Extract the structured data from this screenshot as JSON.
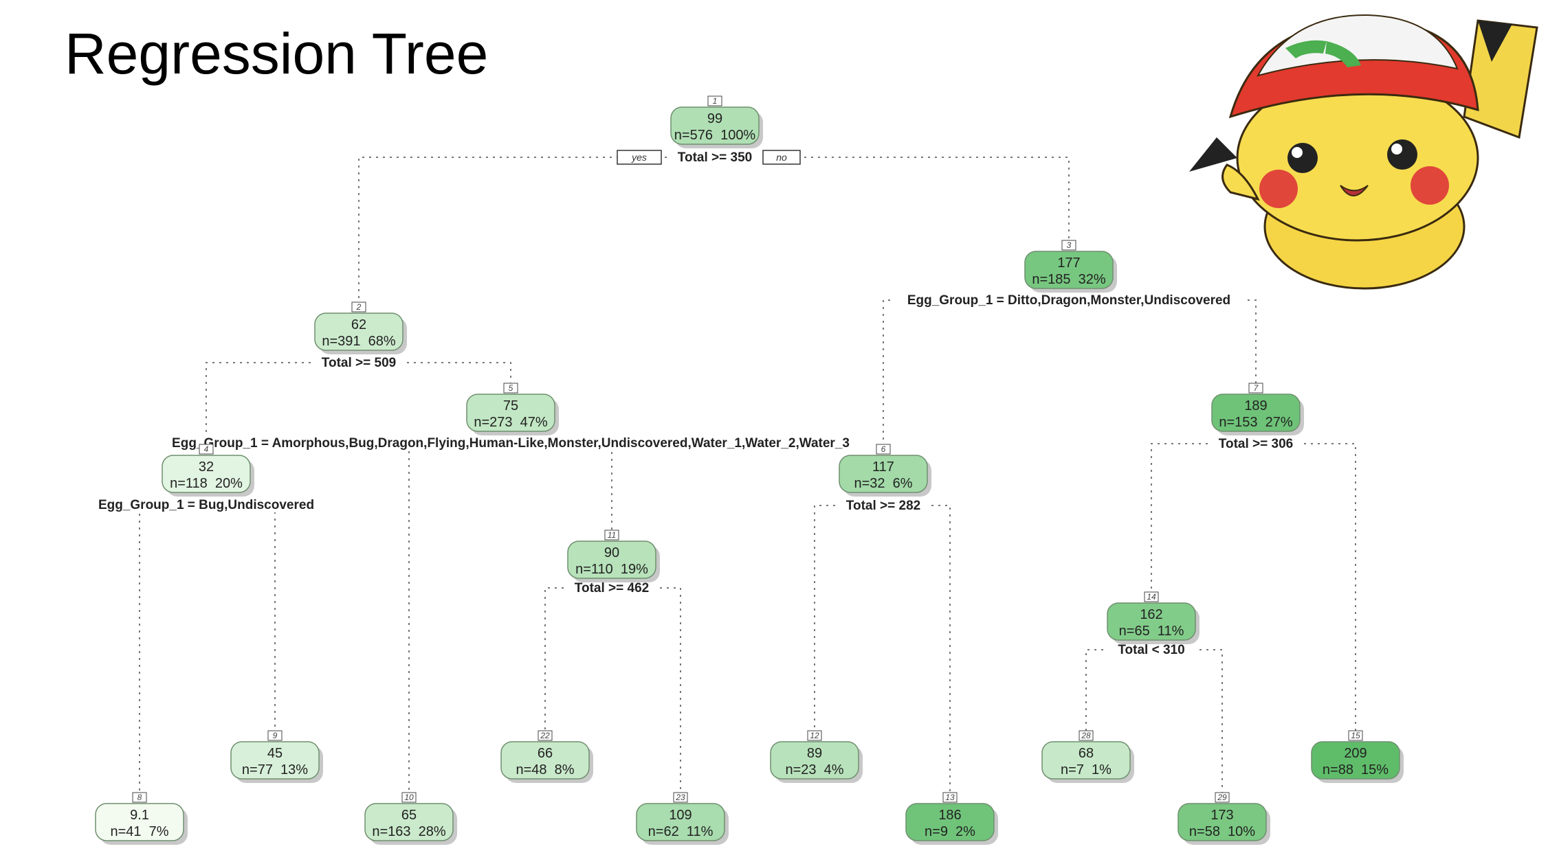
{
  "title": "Regression Tree",
  "yes_label": "yes",
  "no_label": "no",
  "colors": {
    "node_light": "#f3fbf1",
    "node_dark": "#5fbd6a",
    "edge": "#777777"
  },
  "illustration": "pikachu-with-cap",
  "nodes": [
    {
      "id": "1",
      "value": "99",
      "stats": "n=576  100%"
    },
    {
      "id": "2",
      "value": "62",
      "stats": "n=391  68%"
    },
    {
      "id": "3",
      "value": "177",
      "stats": "n=185  32%"
    },
    {
      "id": "4",
      "value": "32",
      "stats": "n=118  20%"
    },
    {
      "id": "5",
      "value": "75",
      "stats": "n=273  47%"
    },
    {
      "id": "6",
      "value": "117",
      "stats": "n=32  6%"
    },
    {
      "id": "7",
      "value": "189",
      "stats": "n=153  27%"
    },
    {
      "id": "8",
      "value": "9.1",
      "stats": "n=41  7%"
    },
    {
      "id": "9",
      "value": "45",
      "stats": "n=77  13%"
    },
    {
      "id": "10",
      "value": "65",
      "stats": "n=163  28%"
    },
    {
      "id": "11",
      "value": "90",
      "stats": "n=110  19%"
    },
    {
      "id": "12",
      "value": "89",
      "stats": "n=23  4%"
    },
    {
      "id": "13",
      "value": "186",
      "stats": "n=9  2%"
    },
    {
      "id": "14",
      "value": "162",
      "stats": "n=65  11%"
    },
    {
      "id": "15",
      "value": "209",
      "stats": "n=88  15%"
    },
    {
      "id": "22",
      "value": "66",
      "stats": "n=48  8%"
    },
    {
      "id": "23",
      "value": "109",
      "stats": "n=62  11%"
    },
    {
      "id": "28",
      "value": "68",
      "stats": "n=7  1%"
    },
    {
      "id": "29",
      "value": "173",
      "stats": "n=58  10%"
    }
  ],
  "splits": [
    {
      "node": "1",
      "text": "Total >= 350"
    },
    {
      "node": "2",
      "text": "Total >= 509"
    },
    {
      "node": "3",
      "text": "Egg_Group_1 = Ditto,Dragon,Monster,Undiscovered"
    },
    {
      "node": "4",
      "text": "Egg_Group_1 = Bug,Undiscovered"
    },
    {
      "node": "5",
      "text": "Egg_Group_1 = Amorphous,Bug,Dragon,Flying,Human-Like,Monster,Undiscovered,Water_1,Water_2,Water_3"
    },
    {
      "node": "6",
      "text": "Total >= 282"
    },
    {
      "node": "7",
      "text": "Total >= 306"
    },
    {
      "node": "11",
      "text": "Total >= 462"
    },
    {
      "node": "14",
      "text": "Total < 310"
    }
  ]
}
